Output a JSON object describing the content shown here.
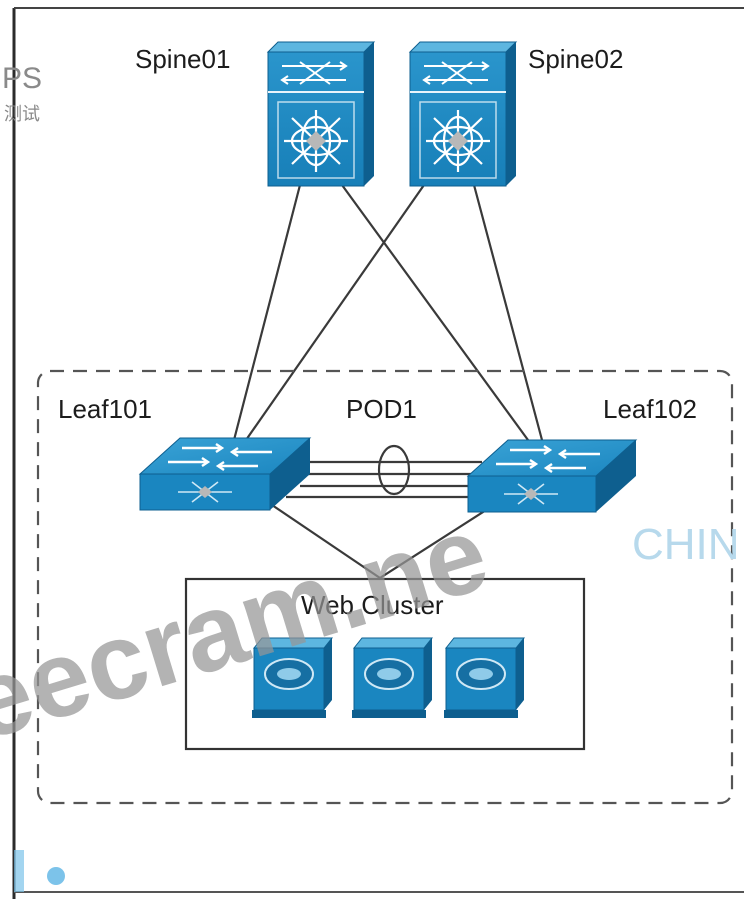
{
  "diagram": {
    "labels": {
      "spine01": "Spine01",
      "spine02": "Spine02",
      "leaf101": "Leaf101",
      "leaf102": "Leaf102",
      "pod": "POD1",
      "cluster": "Web Cluster"
    },
    "nodes": [
      {
        "id": "spine01",
        "kind": "spine-switch"
      },
      {
        "id": "spine02",
        "kind": "spine-switch"
      },
      {
        "id": "leaf101",
        "kind": "leaf-switch"
      },
      {
        "id": "leaf102",
        "kind": "leaf-switch"
      },
      {
        "id": "server1",
        "kind": "server"
      },
      {
        "id": "server2",
        "kind": "server"
      },
      {
        "id": "server3",
        "kind": "server"
      }
    ],
    "links": [
      {
        "from": "spine01",
        "to": "leaf101"
      },
      {
        "from": "spine01",
        "to": "leaf102"
      },
      {
        "from": "spine02",
        "to": "leaf101"
      },
      {
        "from": "spine02",
        "to": "leaf102"
      },
      {
        "from": "leaf101",
        "to": "leaf102",
        "type": "port-channel"
      },
      {
        "from": "leaf101",
        "to": "web-cluster"
      },
      {
        "from": "leaf102",
        "to": "web-cluster"
      }
    ],
    "colors": {
      "device": "#1a86c0",
      "device_dark": "#0e5f8f",
      "device_light": "#5db6e0",
      "line": "#3a3a3a",
      "dashed_border": "#555555"
    }
  },
  "watermarks": {
    "left_top": "PS",
    "left_cn": "测试",
    "right_mid": "CHIN",
    "main": "eecram.ne"
  }
}
